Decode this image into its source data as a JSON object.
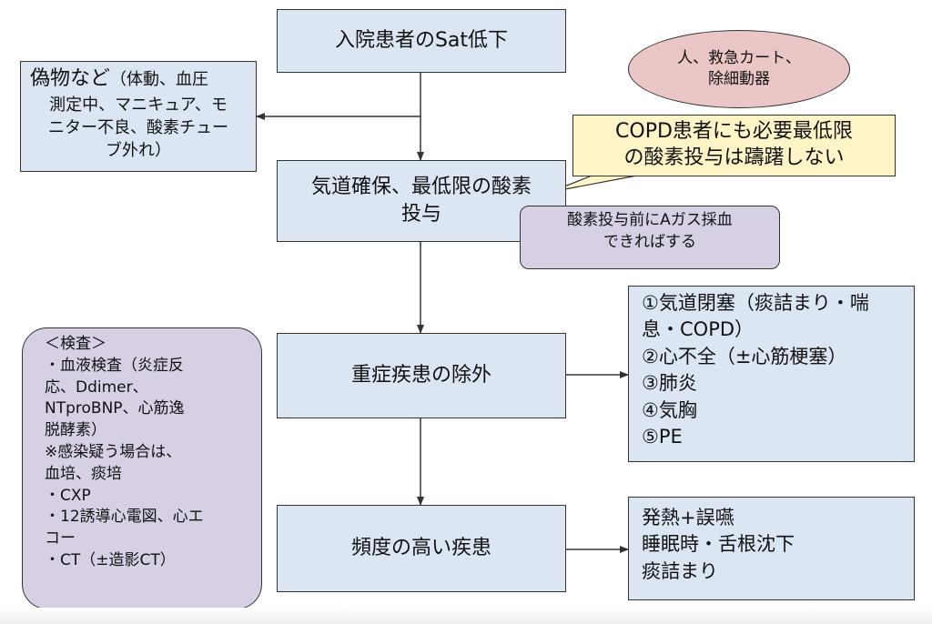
{
  "main_flow": {
    "step1": "入院患者のSat低下",
    "step2_line1": "気道確保、最低限の酸素",
    "step2_line2": "投与",
    "step3": "重症疾患の除外",
    "step4": "頻度の高い疾患"
  },
  "mimics_box": {
    "title": "偽物など",
    "lines": [
      "（体動、血圧",
      "測定中、マニキュア、モ",
      "ニター不良、酸素チュー",
      "ブ外れ）"
    ]
  },
  "resources_ellipse": {
    "lines": [
      "人、救急カート、",
      "除細動器"
    ]
  },
  "copd_callout": {
    "lines": [
      "COPD患者にも必要最低限",
      "の酸素投与は躊躇しない"
    ]
  },
  "abg_callout": {
    "lines": [
      "酸素投与前にAガス採血",
      "できればする"
    ]
  },
  "serious_diseases": {
    "lines": [
      "①気道閉塞（痰詰まり・喘",
      "息・COPD）",
      "②心不全（±心筋梗塞）",
      "③肺炎",
      "④気胸",
      "⑤PE"
    ]
  },
  "common_diseases": {
    "lines": [
      "発熱+誤嚥",
      "睡眠時・舌根沈下",
      "痰詰まり"
    ]
  },
  "exams": {
    "lines": [
      "＜検査＞",
      "・血液検査（炎症反",
      "応、Ddimer、",
      "NTproBNP、心筋逸",
      "脱酵素）",
      "※感染疑う場合は、",
      "血培、痰培",
      "・CXP",
      "・12誘導心電図、心エ",
      "コー",
      "・CT（±造影CT）"
    ]
  },
  "colors": {
    "box_fill": "#dbe6f2",
    "ellipse_fill": "#eac6c6",
    "yellow_fill": "#fff4c6",
    "purple_fill": "#d7d0e4",
    "line": "#333333"
  }
}
